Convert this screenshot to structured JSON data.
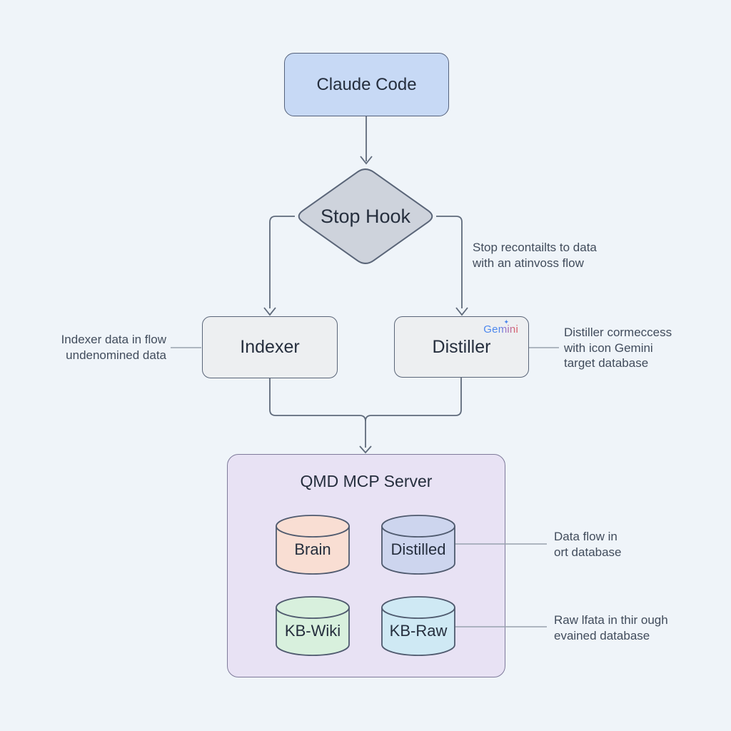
{
  "nodes": {
    "claude_code": {
      "label": "Claude Code",
      "fill": "#c7d9f5"
    },
    "stop_hook": {
      "label": "Stop Hook",
      "fill": "#ced3dc"
    },
    "indexer": {
      "label": "Indexer",
      "fill": "#edeff1"
    },
    "distiller": {
      "label": "Distiller",
      "fill": "#edeff1",
      "badge": {
        "label": "Gemini",
        "sparkle": "✦"
      }
    },
    "server": {
      "label": "QMD MCP Server",
      "fill": "#e8e2f4"
    }
  },
  "databases": [
    {
      "label": "Brain",
      "fill": "#f9ded3"
    },
    {
      "label": "Distilled",
      "fill": "#cdd5ee"
    },
    {
      "label": "KB-Wiki",
      "fill": "#d8f0dd"
    },
    {
      "label": "KB-Raw",
      "fill": "#cfe9f4"
    }
  ],
  "annotations": {
    "stop_note": {
      "lines": [
        "Stop recontailts to data",
        "with an atinvoss flow"
      ]
    },
    "indexer_note": {
      "lines": [
        "Indexer data in flow",
        "undenomined data"
      ]
    },
    "distiller_note": {
      "lines": [
        "Distiller cormeccess",
        "with icon Gemini",
        "target database"
      ]
    },
    "distilled_note": {
      "lines": [
        "Data flow in",
        "ort database"
      ]
    },
    "kb_raw_note": {
      "lines": [
        "Raw lfata in thir ough",
        "evained database"
      ]
    }
  },
  "colors": {
    "background": "#eff4f9",
    "connector": "#5f6a7b",
    "annotation_line": "#98a1ae",
    "node_border": "#5a6578",
    "server_border": "#7e7a9a",
    "cylinder_border": "#4f5a6e",
    "text": "#252e3d",
    "annotation_text": "#414c5c",
    "gemini_blue": "#4a86ee",
    "gemini_rose": "#d8606c"
  }
}
